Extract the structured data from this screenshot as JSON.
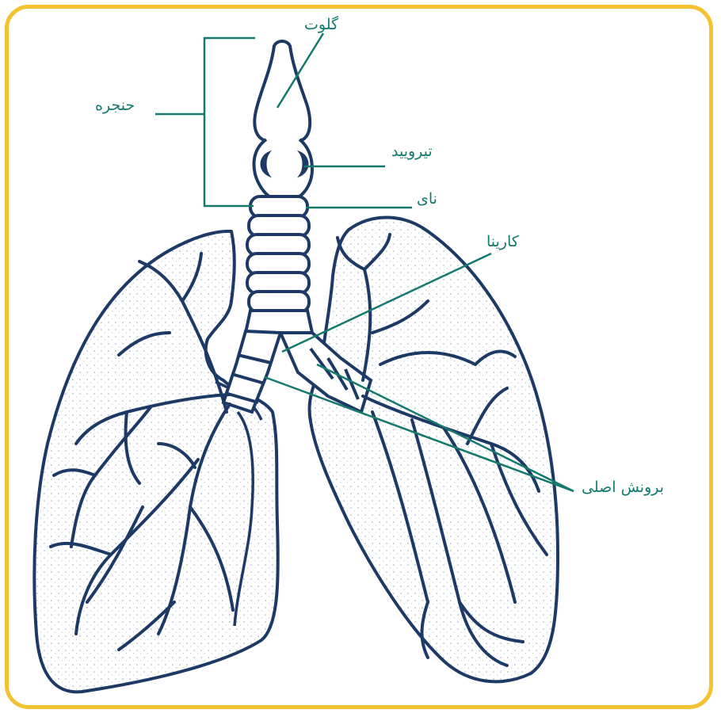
{
  "labels": {
    "glottis": "گلوت",
    "larynx": "حنجره",
    "thyroid": "تیرویید",
    "trachea": "نای",
    "carina": "کارینا",
    "main_bronchus": "برونش اصلی"
  },
  "colors": {
    "frame": "#f2c230",
    "outline": "#1d3a66",
    "label": "#157a6e"
  }
}
